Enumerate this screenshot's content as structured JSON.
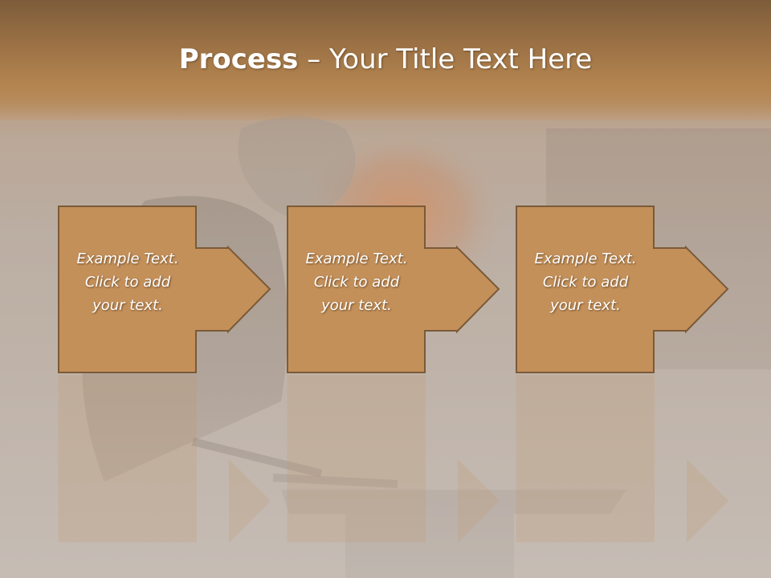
{
  "slide": {
    "title_bold": "Process",
    "title_rest": " – Your Title Text Here"
  },
  "steps": [
    {
      "text": "Example Text.\nClick  to add\nyour text."
    },
    {
      "text": "Example Text.\nClick  to add\nyour text."
    },
    {
      "text": "Example Text.\nClick  to add\nyour text."
    }
  ],
  "colors": {
    "box_fill": "#c4905a",
    "box_stroke": "#7a5a38",
    "title_band": "#9a7044"
  }
}
